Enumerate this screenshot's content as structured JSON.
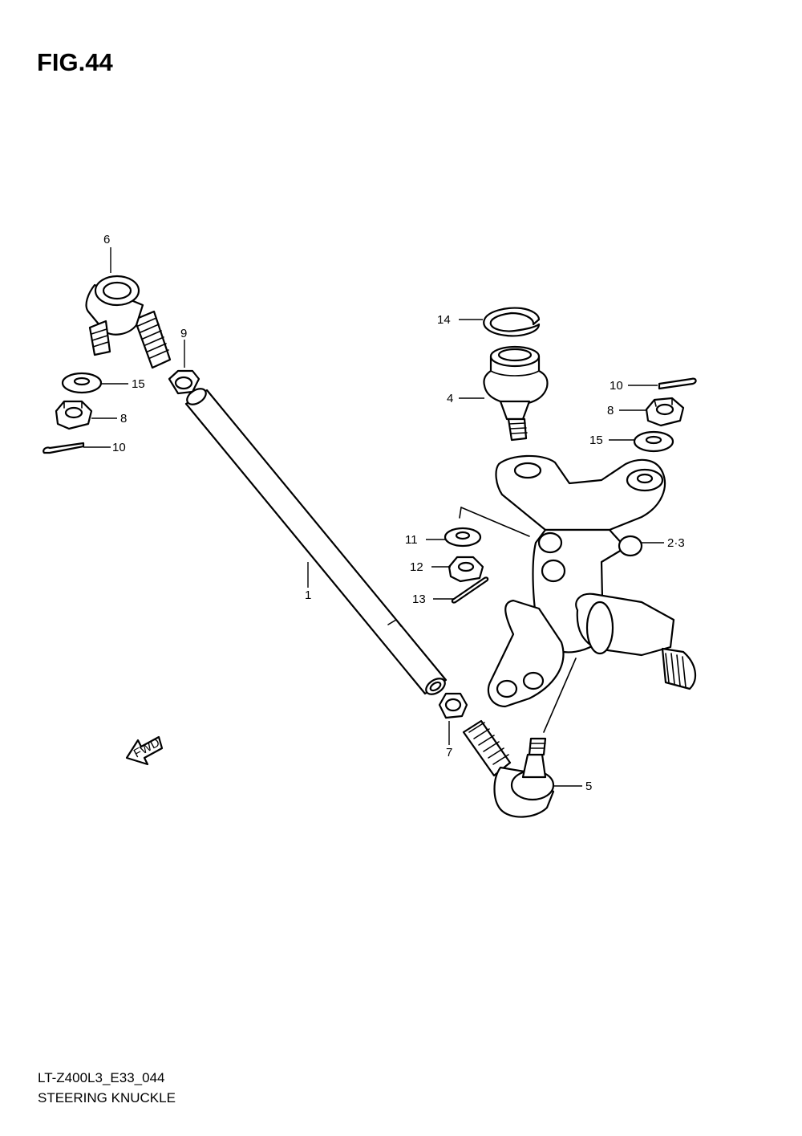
{
  "figure": {
    "title": "FIG.44",
    "model_code": "LT-Z400L3_E33_044",
    "section_name": "STEERING KNUCKLE"
  },
  "callouts": [
    {
      "id": "c1",
      "label": "1"
    },
    {
      "id": "c2",
      "label": "2·3"
    },
    {
      "id": "c4",
      "label": "4"
    },
    {
      "id": "c5",
      "label": "5"
    },
    {
      "id": "c6",
      "label": "6"
    },
    {
      "id": "c7",
      "label": "7"
    },
    {
      "id": "c8a",
      "label": "8"
    },
    {
      "id": "c8b",
      "label": "8"
    },
    {
      "id": "c9",
      "label": "9"
    },
    {
      "id": "c10a",
      "label": "10"
    },
    {
      "id": "c10b",
      "label": "10"
    },
    {
      "id": "c11",
      "label": "11"
    },
    {
      "id": "c12",
      "label": "12"
    },
    {
      "id": "c13",
      "label": "13"
    },
    {
      "id": "c14",
      "label": "14"
    },
    {
      "id": "c15a",
      "label": "15"
    },
    {
      "id": "c15b",
      "label": "15"
    }
  ],
  "direction_badge": "FWD"
}
